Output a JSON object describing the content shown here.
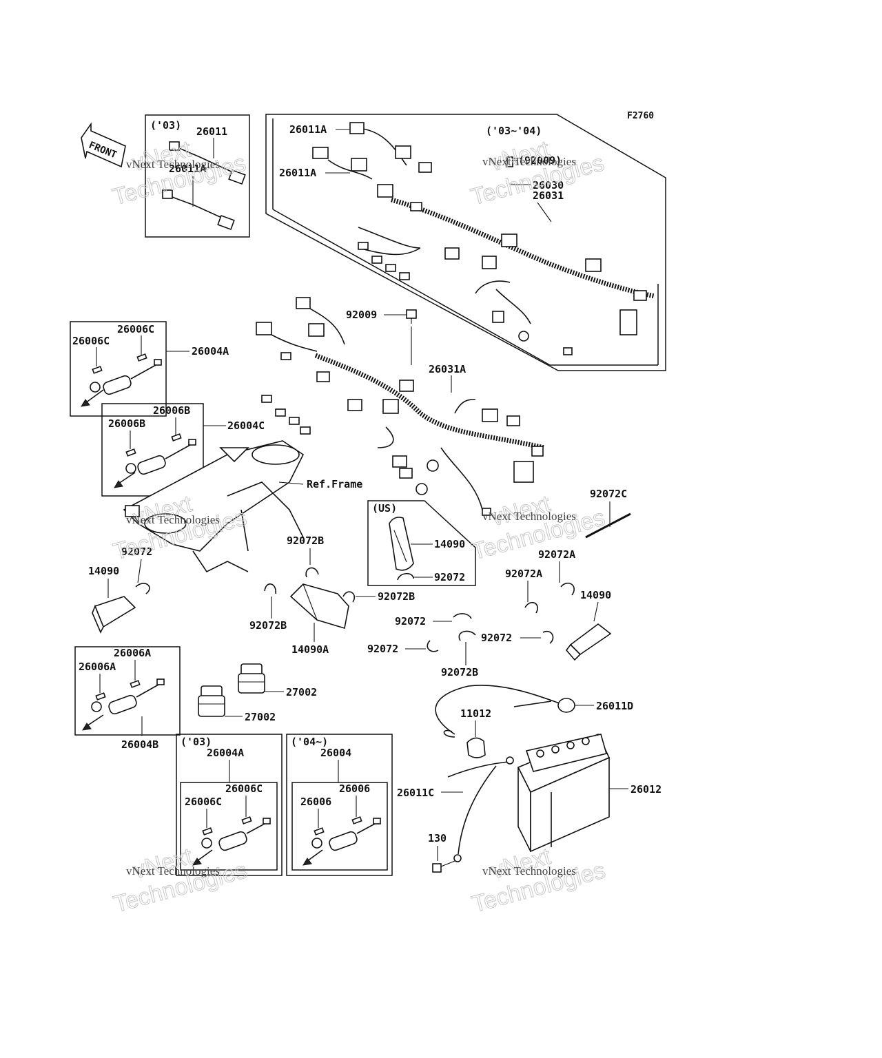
{
  "figure_code": "F2760",
  "front_label": "FRONT",
  "watermark": {
    "line1": "vNext",
    "line2": "Technologies",
    "small": "vNext Technologies"
  },
  "year_notes": {
    "y03_top": "('03)",
    "y03_04": "('03~'04)",
    "us": "(US)",
    "y03_bottom": "('03)",
    "y04_on": "('04~)"
  },
  "labels": {
    "p26011": "26011",
    "p26011_overlap": "26011A",
    "p26011A_1": "26011A",
    "p26011A_2": "26011A",
    "p92009_paren": "(92009)",
    "p26030": "26030",
    "p26031": "26031",
    "p92009": "92009",
    "p26031A": "26031A",
    "p26006C_a": "26006C",
    "p26006C_b": "26006C",
    "p26004A": "26004A",
    "p26006B_a": "26006B",
    "p26006B_b": "26006B",
    "p26004C": "26004C",
    "ref_frame": "Ref.Frame",
    "p92072C": "92072C",
    "p14090_us": "14090",
    "p92072_us": "92072",
    "p92072_left": "92072",
    "p14090_left": "14090",
    "p92072B_top": "92072B",
    "p92072B_right": "92072B",
    "p92072B_bottom": "92072B",
    "p14090A": "14090A",
    "p92072A_a": "92072A",
    "p92072A_b": "92072A",
    "p14090_right": "14090",
    "p92072_mid1": "92072",
    "p92072_mid2": "92072",
    "p92072_mid3": "92072",
    "p92072B_mid": "92072B",
    "p26006A_a": "26006A",
    "p26006A_b": "26006A",
    "p26004B": "26004B",
    "p27002_a": "27002",
    "p27002_b": "27002",
    "p26011D": "26011D",
    "p11012": "11012",
    "p26012": "26012",
    "p26011C": "26011C",
    "p130": "130",
    "p26004A_bottom": "26004A",
    "p26006C_c": "26006C",
    "p26006C_d": "26006C",
    "p26004": "26004",
    "p26006_a": "26006",
    "p26006_b": "26006"
  }
}
